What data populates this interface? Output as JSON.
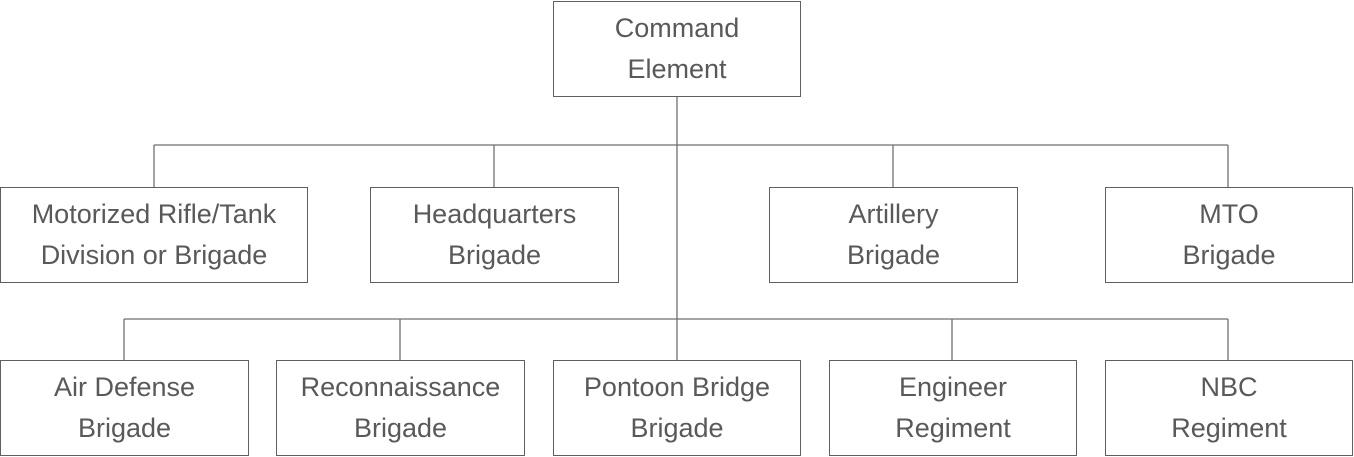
{
  "root": {
    "lines": [
      "Command",
      "Element"
    ]
  },
  "tier1": [
    {
      "lines": [
        "Motorized Rifle/Tank",
        "Division or Brigade"
      ]
    },
    {
      "lines": [
        "Headquarters",
        "Brigade"
      ]
    },
    {
      "lines": [
        "Artillery",
        "Brigade"
      ]
    },
    {
      "lines": [
        "MTO",
        "Brigade"
      ]
    }
  ],
  "tier2": [
    {
      "lines": [
        "Air Defense",
        "Brigade"
      ]
    },
    {
      "lines": [
        "Reconnaissance",
        "Brigade"
      ]
    },
    {
      "lines": [
        "Pontoon Bridge",
        "Brigade"
      ]
    },
    {
      "lines": [
        "Engineer",
        "Regiment"
      ]
    },
    {
      "lines": [
        "NBC",
        "Regiment"
      ]
    }
  ],
  "colors": {
    "border": "#5f5f5f",
    "text": "#595959",
    "connector": "#6f6f6f"
  }
}
